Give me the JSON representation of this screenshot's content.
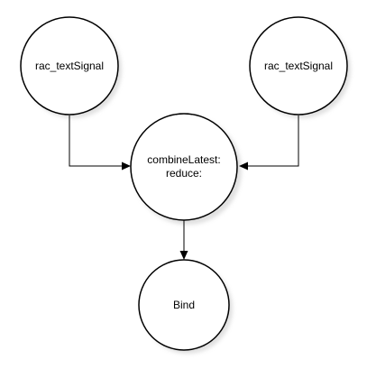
{
  "diagram": {
    "nodes": {
      "signal_left": {
        "label": "rac_textSignal"
      },
      "signal_right": {
        "label": "rac_textSignal"
      },
      "combine": {
        "label_line1": "combineLatest:",
        "label_line2": "reduce:"
      },
      "bind": {
        "label": "Bind"
      }
    },
    "colors": {
      "stroke": "#000000",
      "fill": "#ffffff",
      "background": "#ffffff"
    }
  }
}
